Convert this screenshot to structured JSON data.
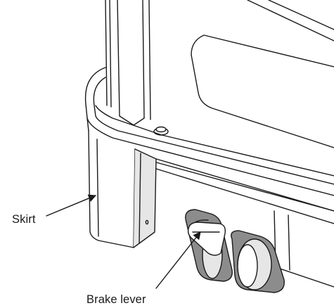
{
  "diagram": {
    "callouts": [
      {
        "id": "skirt",
        "label": "Skirt"
      },
      {
        "id": "brake-lever",
        "label": "Brake lever"
      }
    ],
    "colors": {
      "line": "#1a1a1a",
      "fill_light": "#ffffff",
      "fill_shade": "#e6e6e6",
      "fill_dark": "#8c8c8c"
    }
  }
}
